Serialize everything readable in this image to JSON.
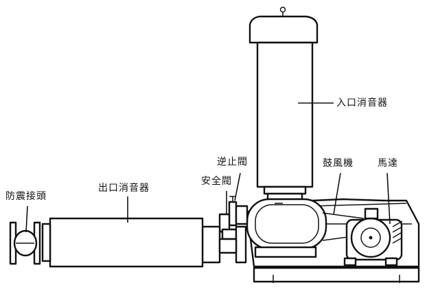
{
  "labels": {
    "inlet_silencer": "入口消音器",
    "check_valve": "逆止閥",
    "blower": "鼓風機",
    "motor": "馬達",
    "safety_valve": "安全閥",
    "anti_vibration_joint": "防震接頭",
    "outlet_silencer": "出口消音器"
  },
  "colors": {
    "line": "#111111",
    "background": "#ffffff"
  }
}
